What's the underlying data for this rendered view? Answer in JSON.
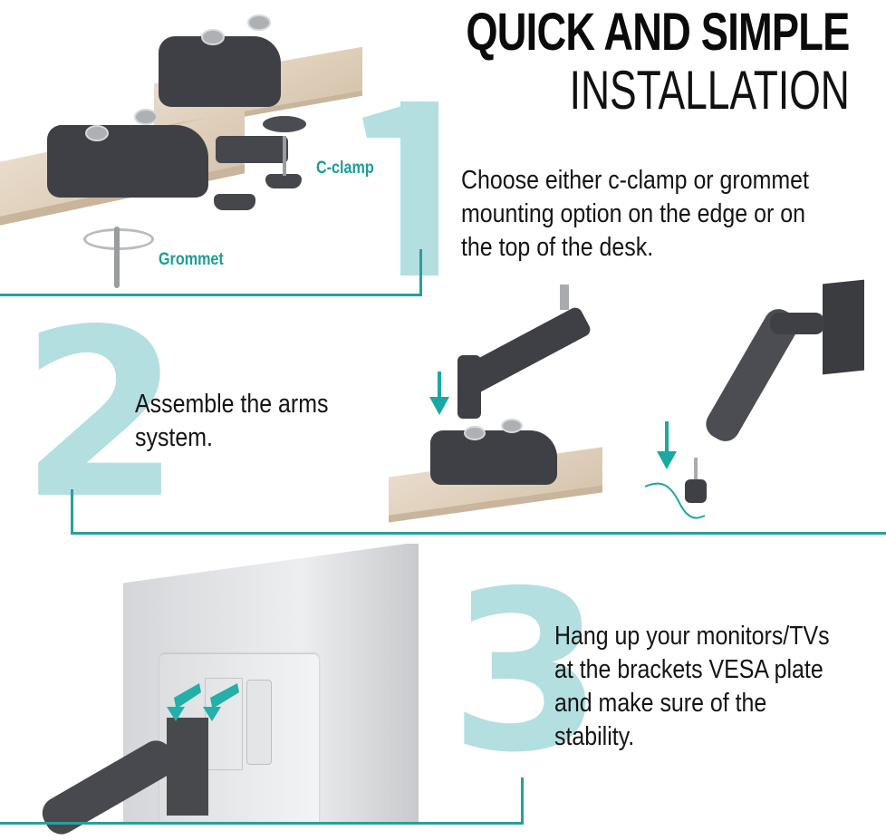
{
  "header": {
    "title_line1": "QUICK AND SIMPLE",
    "title_line2": "INSTALLATION"
  },
  "steps": [
    {
      "number": "1",
      "text_lines": [
        "Choose either c-clamp or grommet",
        "mounting option on the edge or on",
        "the top of the desk."
      ],
      "labels": {
        "c_clamp": "C-clamp",
        "grommet": "Grommet"
      },
      "illustration": "desk-clamp-and-grommet-bases"
    },
    {
      "number": "2",
      "text_lines": [
        "Assemble the arms",
        "system."
      ],
      "illustration": "arm-onto-base-and-gas-spring-arm"
    },
    {
      "number": "3",
      "text_lines": [
        "Hang up your monitors/TVs",
        "at the brackets VESA plate",
        "and make sure of the",
        "stability."
      ],
      "illustration": "monitor-back-vesa-mount"
    }
  ],
  "colors": {
    "accent_teal": "#26a09c",
    "number_teal_light": "#b3dfe0",
    "label_teal": "#1c9d97",
    "text": "#111111",
    "background": "#ffffff"
  }
}
